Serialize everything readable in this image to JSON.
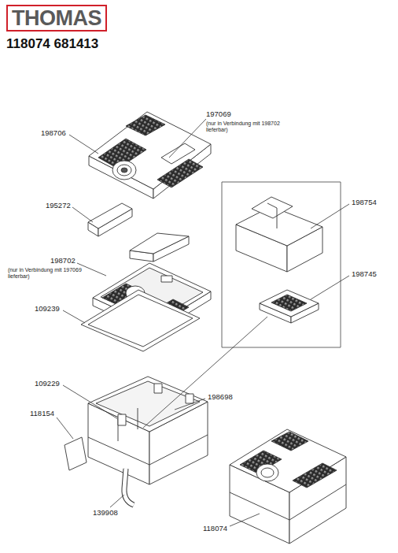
{
  "diagram": {
    "title": "118074 681413",
    "labels": [
      "THOMAS",
      "198706",
      "197069",
      "(nur in Verbindung mit 198702 lieferbar)",
      "195272",
      "198702",
      "(nur in Verbindung mit 197069 lieferbar)",
      "109239",
      "198754",
      "198745",
      "109229",
      "198698",
      "118154",
      "139908",
      "118074"
    ]
  }
}
